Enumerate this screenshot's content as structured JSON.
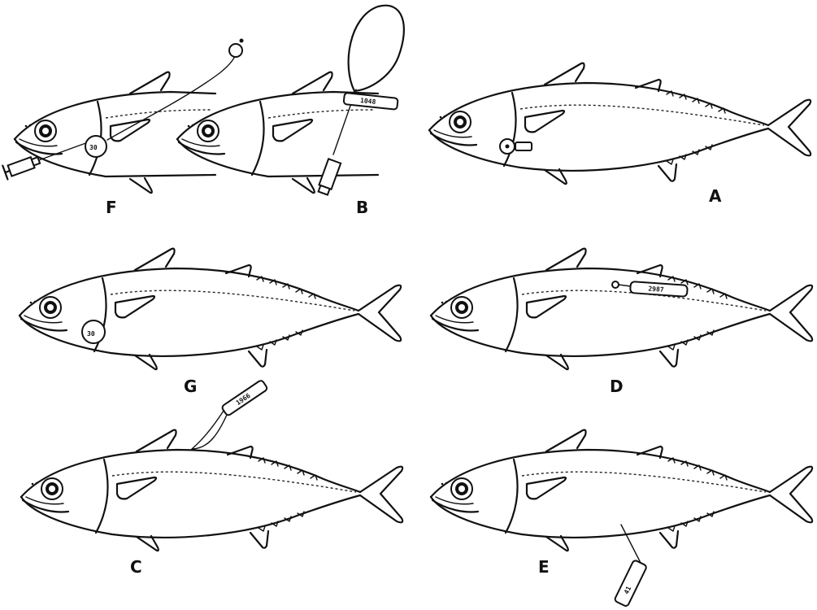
{
  "panels": [
    {
      "id": "F",
      "label": "F",
      "tag_text": "30"
    },
    {
      "id": "B",
      "label": "B",
      "tag_text": "1048"
    },
    {
      "id": "A",
      "label": "A",
      "tag_text": ""
    },
    {
      "id": "G",
      "label": "G",
      "tag_text": "30"
    },
    {
      "id": "D",
      "label": "D",
      "tag_text": "2987"
    },
    {
      "id": "C",
      "label": "C",
      "tag_text": "1966"
    },
    {
      "id": "E",
      "label": "E",
      "tag_text": "41"
    }
  ]
}
